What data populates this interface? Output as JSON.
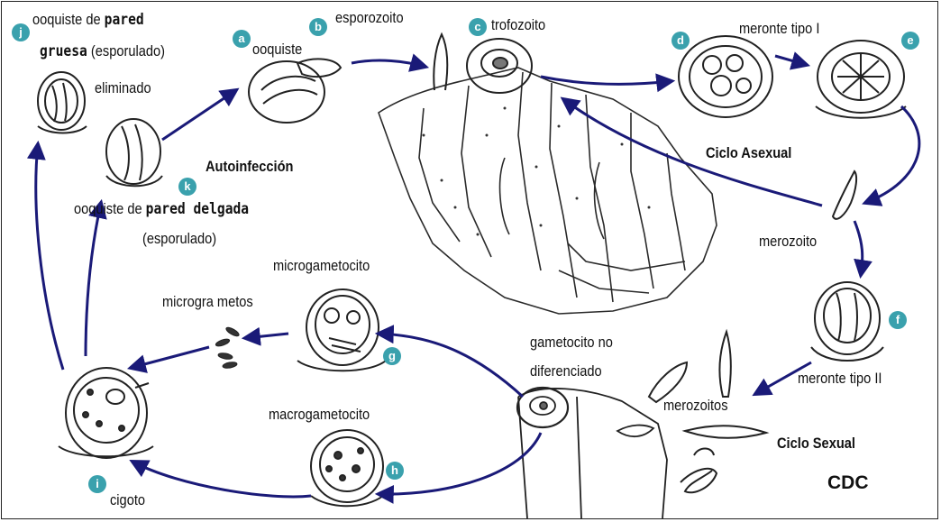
{
  "colors": {
    "arrow": "#1a1a78",
    "badge": "#3aa1ad",
    "ink": "#2a2a2a"
  },
  "labels": {
    "ooquiste_grueso_1": "ooquiste de ",
    "ooquiste_grueso_bold1": "pared",
    "ooquiste_grueso_bold2": "gruesa",
    "ooquiste_grueso_2": "(esporulado)",
    "eliminado": "eliminado",
    "ooquiste": "ooquiste",
    "esporozoito": "esporozoito",
    "trofozoito": "trofozoito",
    "meronte_tipo_I": "meronte tipo I",
    "autoinfeccion": "Autoinfección",
    "ciclo_asexual": "Ciclo Asexual",
    "ooquiste_delgado_1": "ooquiste de ",
    "ooquiste_delgado_bold": "pared delgada",
    "ooquiste_delgado_2": "(esporulado)",
    "merozoito": "merozoito",
    "microgametocito": "microgametocito",
    "micrograemtos": "microgra metos",
    "gametocito_1": "gametocito no",
    "gametocito_2": "diferenciado",
    "meronte_tipo_II": "meronte tipo II",
    "merozoitos": "merozoitos",
    "macrogametocito": "macrogametocito",
    "ciclo_sexual": "Ciclo Sexual",
    "cdc": "CDC",
    "cigoto": "cigoto"
  },
  "badges": {
    "a": "a",
    "b": "b",
    "c": "c",
    "d": "d",
    "e": "e",
    "f": "f",
    "g": "g",
    "h": "h",
    "i": "i",
    "j": "j",
    "k": "k"
  }
}
